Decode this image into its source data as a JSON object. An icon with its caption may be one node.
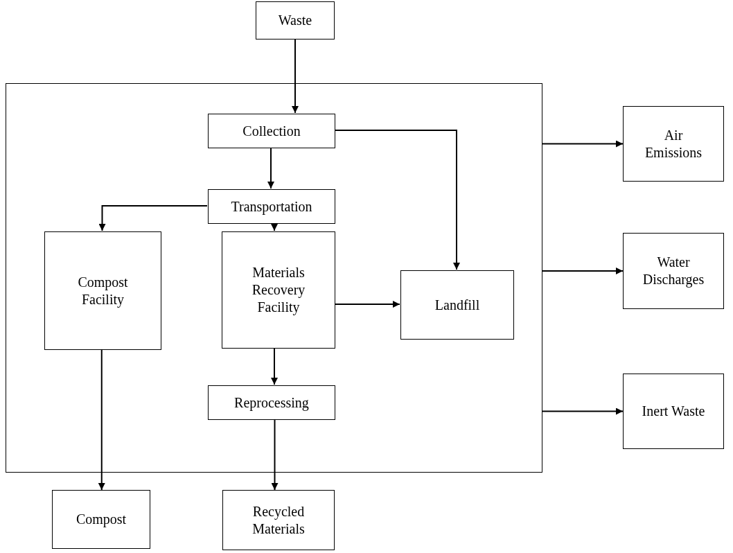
{
  "diagram": {
    "nodes": [
      {
        "text": [
          "Waste"
        ]
      },
      {
        "text": [],
        "shape": "box"
      },
      {
        "text": [
          "Collection"
        ],
        "in": 1
      },
      {
        "text": [
          "Transportation"
        ],
        "in": 1
      },
      {
        "text": [
          "Compost Facility"
        ],
        "in": 1
      },
      {
        "text": [
          "Materials Recovery Facility"
        ],
        "in": 1
      },
      {
        "text": [
          "Landfill"
        ],
        "in": 1
      },
      {
        "text": [
          "Reprocessing"
        ],
        "in": 1
      },
      {
        "text": [
          "Air Emissions"
        ]
      },
      {
        "text": [
          "Water Discharges"
        ]
      },
      {
        "text": [
          "Inert Waste"
        ]
      },
      {
        "text": [
          "Compost"
        ]
      },
      {
        "text": [
          "Recycled Materials"
        ]
      }
    ],
    "edges": [
      {
        "from": 0,
        "to": 2,
        "arrow": "to"
      },
      {
        "from": 2,
        "to": 3,
        "arrow": "to"
      },
      {
        "from": 2,
        "to": 6,
        "arrow": "to"
      },
      {
        "from": 3,
        "to": 4,
        "arrow": "to"
      },
      {
        "from": 3,
        "to": 5,
        "arrow": "to"
      },
      {
        "from": 5,
        "to": 6,
        "arrow": "to"
      },
      {
        "from": 5,
        "to": 7,
        "arrow": "to"
      },
      {
        "from": 4,
        "to": 11,
        "arrow": "to"
      },
      {
        "from": 7,
        "to": 12,
        "arrow": "to"
      },
      {
        "from": 1,
        "to": 8,
        "arrow": "to"
      },
      {
        "from": 1,
        "to": 9,
        "arrow": "to"
      },
      {
        "from": 1,
        "to": 10,
        "arrow": "to"
      }
    ]
  }
}
